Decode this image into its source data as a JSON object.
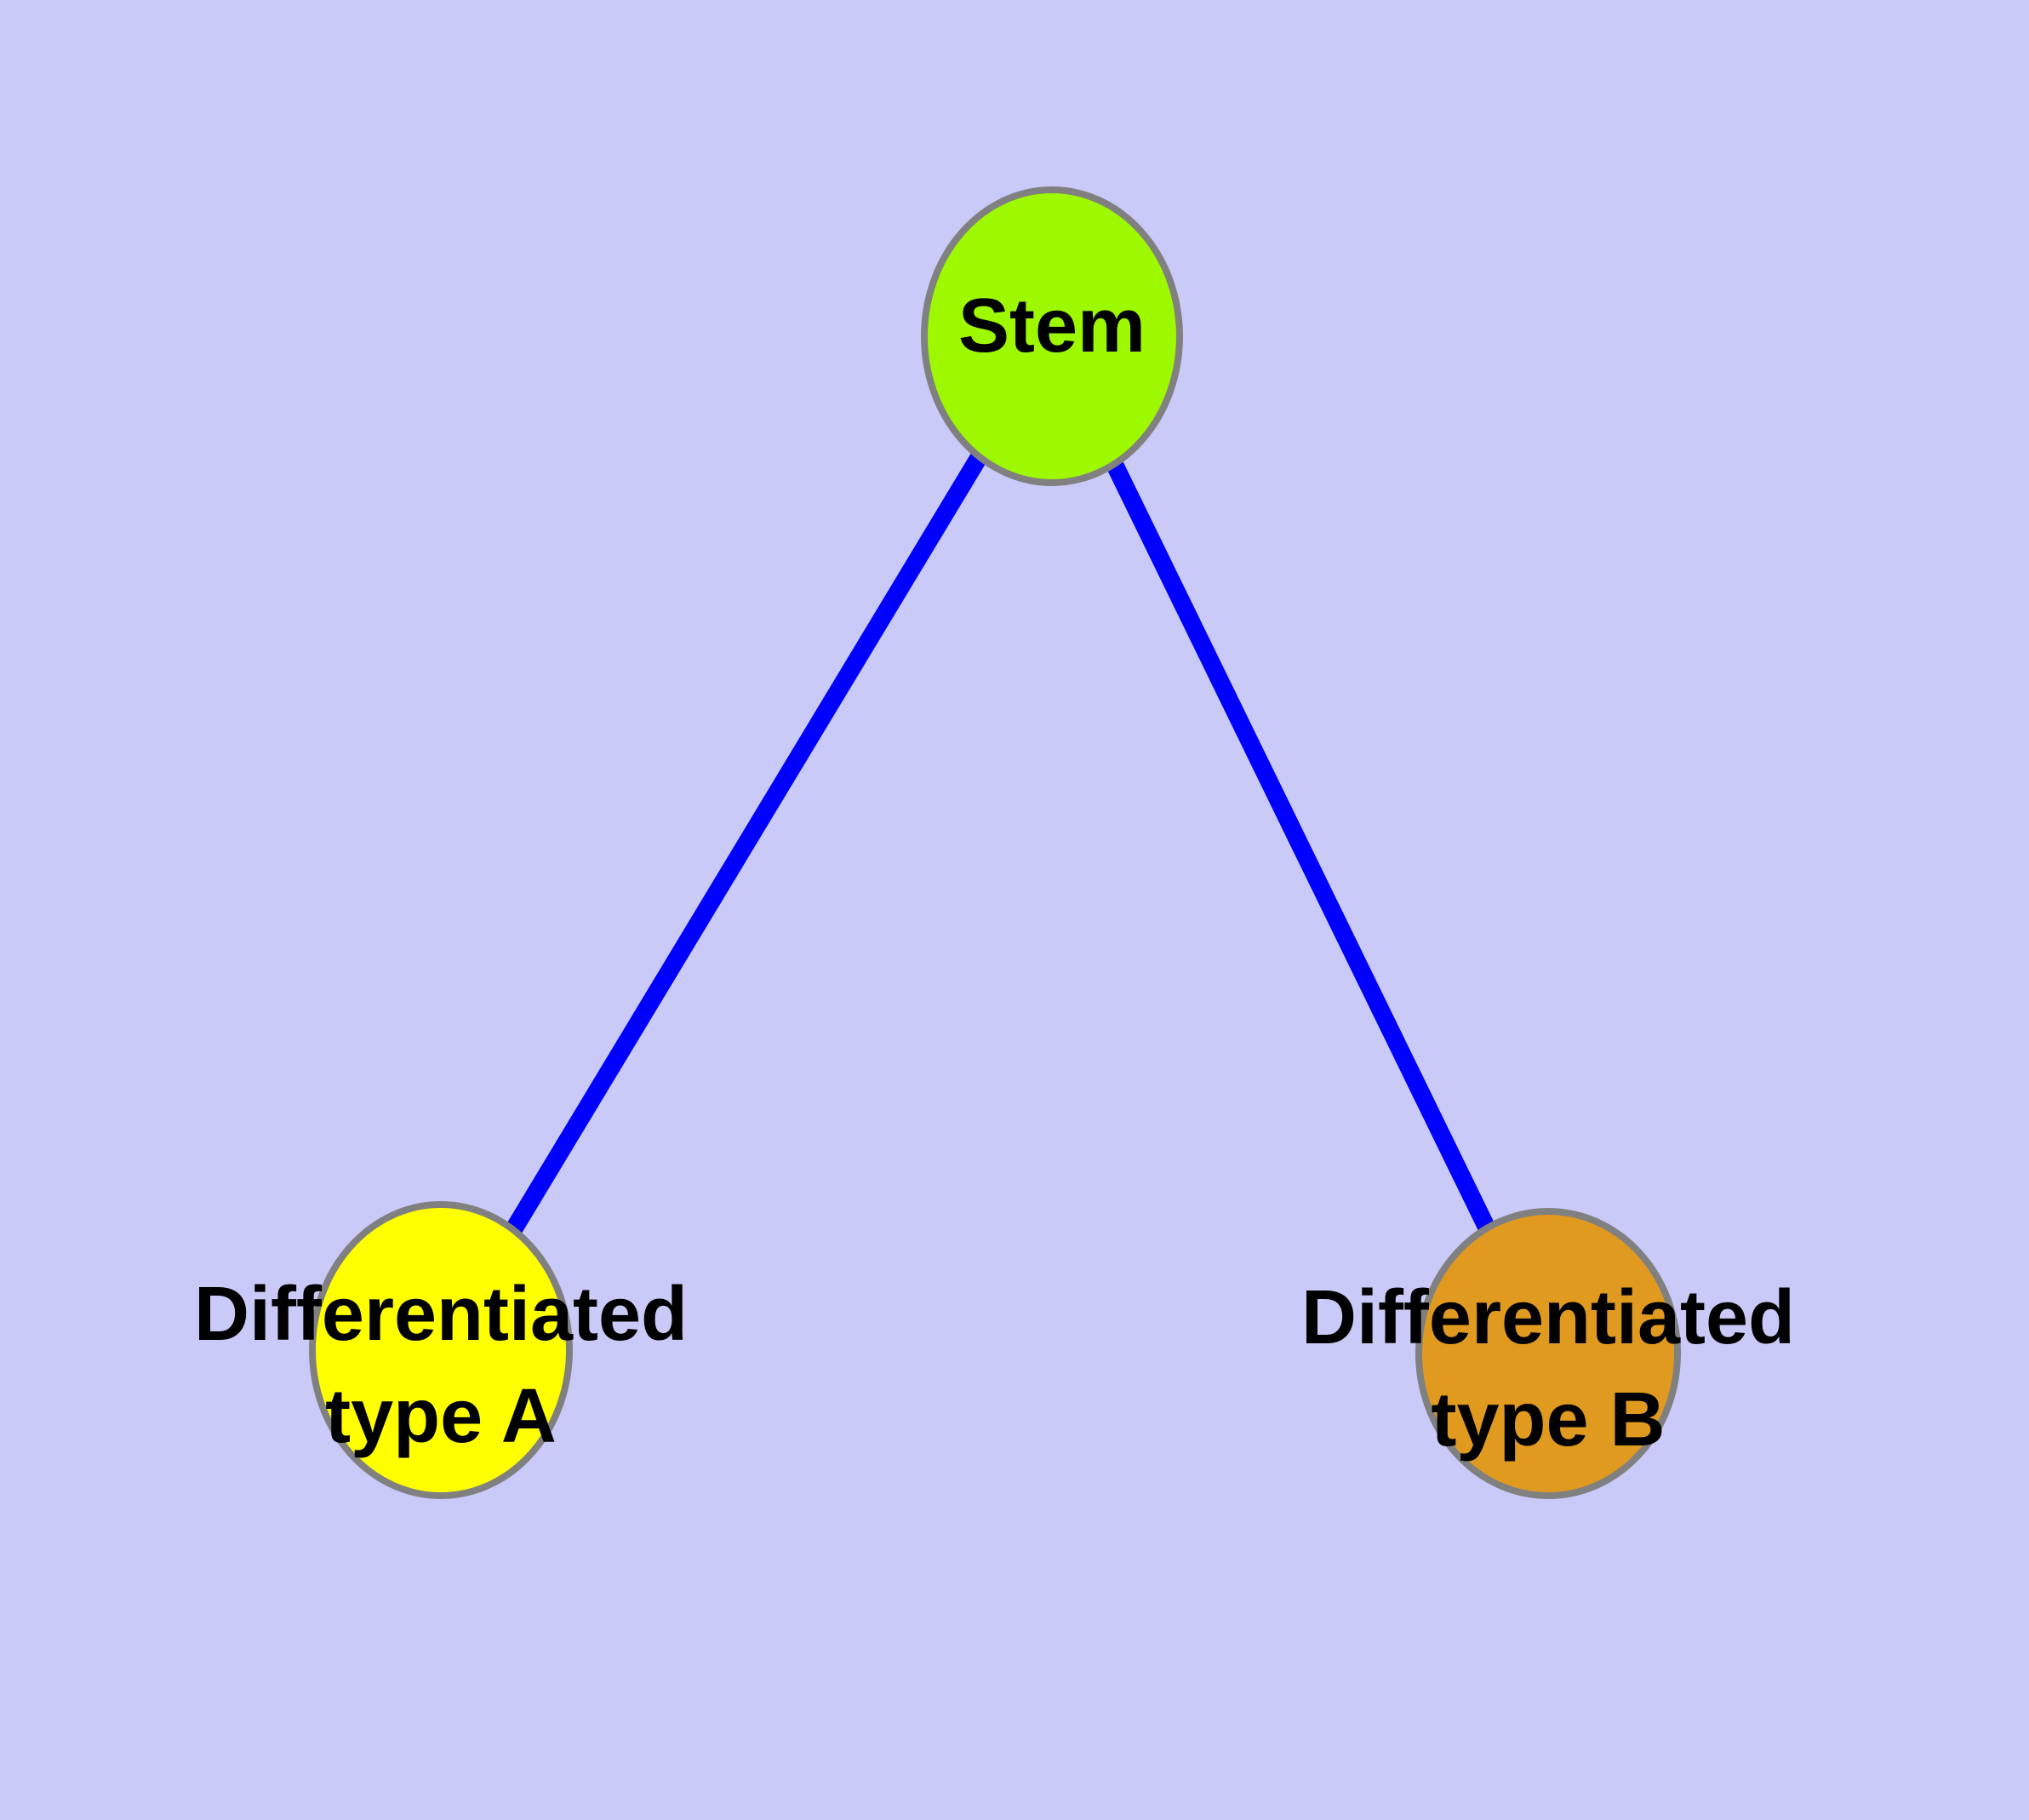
{
  "diagram": {
    "background_color": "#cacaf9",
    "edge_color": "#0000ff",
    "node_border_color": "#808080",
    "label_color": "#000000"
  },
  "nodes": {
    "stem": {
      "label": "Stem",
      "fill": "#9df800"
    },
    "type_a": {
      "label_line1": "Differentiated",
      "label_line2": "type A",
      "fill": "#ffff00"
    },
    "type_b": {
      "label_line1": "Differentiated",
      "label_line2": "type B",
      "fill": "#e19a20"
    }
  },
  "edges": [
    {
      "from": "Stem",
      "to": "Differentiated type A"
    },
    {
      "from": "Stem",
      "to": "Differentiated type B"
    }
  ]
}
